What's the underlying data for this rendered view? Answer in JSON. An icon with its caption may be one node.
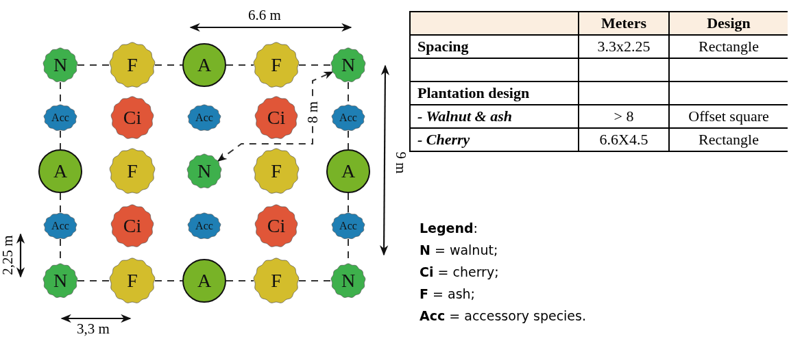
{
  "diagram": {
    "nodes": [
      {
        "text": [
          "N"
        ]
      },
      {
        "text": [
          "F"
        ]
      },
      {
        "text": [
          "A"
        ]
      },
      {
        "text": [
          "F"
        ]
      },
      {
        "text": [
          "N"
        ]
      },
      {
        "text": [
          "Acc"
        ]
      },
      {
        "text": [
          "Ci"
        ]
      },
      {
        "text": [
          "Acc"
        ]
      },
      {
        "text": [
          "Ci"
        ]
      },
      {
        "text": [
          "Acc"
        ]
      },
      {
        "text": [
          "A"
        ]
      },
      {
        "text": [
          "F"
        ]
      },
      {
        "text": [
          "N"
        ]
      },
      {
        "text": [
          "F"
        ]
      },
      {
        "text": [
          "A"
        ]
      },
      {
        "text": [
          "Acc"
        ]
      },
      {
        "text": [
          "Ci"
        ]
      },
      {
        "text": [
          "Acc"
        ]
      },
      {
        "text": [
          "Ci"
        ]
      },
      {
        "text": [
          "Acc"
        ]
      },
      {
        "text": [
          "N"
        ]
      },
      {
        "text": [
          "F"
        ]
      },
      {
        "text": [
          "A"
        ]
      },
      {
        "text": [
          "F"
        ]
      },
      {
        "text": [
          "N"
        ]
      }
    ],
    "edges": [
      {
        "from": 0,
        "to": 1,
        "arrow": "none",
        "style": "dashed"
      },
      {
        "from": 1,
        "to": 2,
        "arrow": "none",
        "style": "dashed"
      },
      {
        "from": 2,
        "to": 3,
        "arrow": "none",
        "style": "dashed"
      },
      {
        "from": 3,
        "to": 4,
        "arrow": "none",
        "style": "dashed"
      },
      {
        "from": 0,
        "to": 5,
        "arrow": "none",
        "style": "dashed"
      },
      {
        "from": 4,
        "to": 9,
        "arrow": "none",
        "style": "dashed"
      },
      {
        "from": 5,
        "to": 10,
        "arrow": "none",
        "style": "dashed"
      },
      {
        "from": 9,
        "to": 14,
        "arrow": "none",
        "style": "dashed"
      },
      {
        "from": 10,
        "to": 15,
        "arrow": "none",
        "style": "dashed"
      },
      {
        "from": 14,
        "to": 19,
        "arrow": "none",
        "style": "dashed"
      },
      {
        "from": 15,
        "to": 20,
        "arrow": "none",
        "style": "dashed"
      },
      {
        "from": 19,
        "to": 24,
        "arrow": "none",
        "style": "dashed"
      },
      {
        "from": 20,
        "to": 21,
        "arrow": "none",
        "style": "dashed"
      },
      {
        "from": 21,
        "to": 22,
        "arrow": "none",
        "style": "dashed"
      },
      {
        "from": 22,
        "to": 23,
        "arrow": "none",
        "style": "dashed"
      },
      {
        "from": 23,
        "to": 24,
        "arrow": "none",
        "style": "dashed"
      },
      {
        "from": 12,
        "to": 4,
        "arrow": "both",
        "style": "dashed",
        "label": "8 m"
      }
    ],
    "labels": [
      "6.6 m",
      "9 m",
      "2,25 m",
      "3,3 m",
      "Meters",
      "Design",
      "Spacing",
      "3.3x2.25",
      "Rectangle",
      "Plantation design",
      "- Walnut & ash",
      "> 8",
      "Offset square",
      "- Cherry",
      "6.6X4.5",
      "Rectangle",
      "**Legend**:",
      "**N** = walnut;",
      "**Ci** = cherry;",
      "**F** = ash;",
      "**Acc** = accessory species."
    ]
  }
}
